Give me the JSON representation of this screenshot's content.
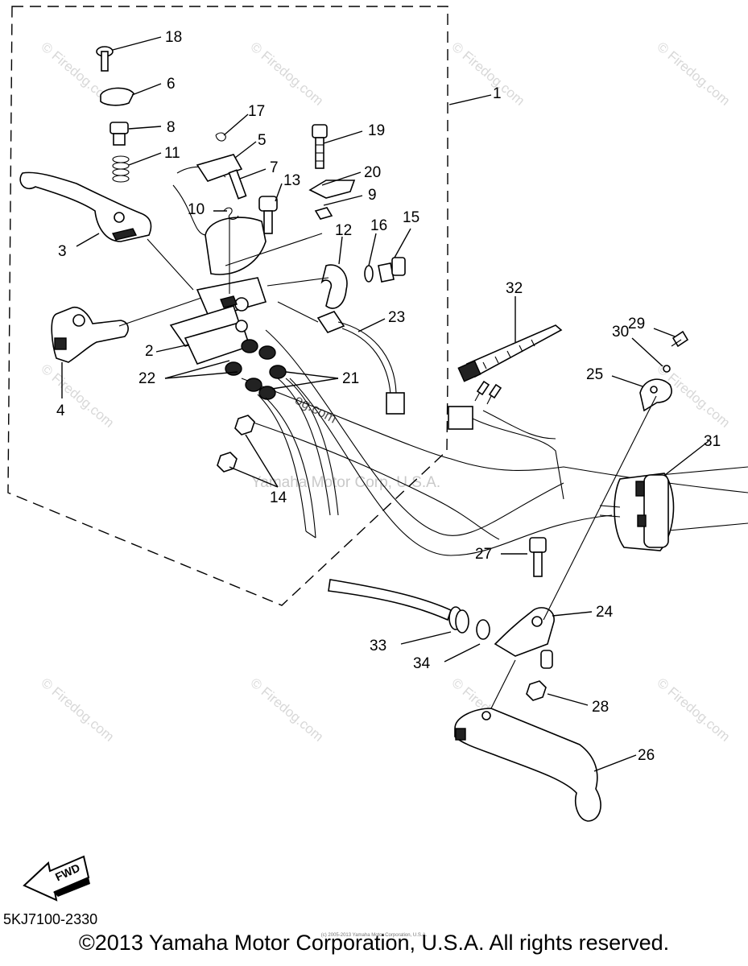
{
  "callouts": [
    "1",
    "2",
    "3",
    "4",
    "5",
    "6",
    "7",
    "8",
    "9",
    "10",
    "11",
    "12",
    "13",
    "14",
    "15",
    "16",
    "17",
    "18",
    "19",
    "20",
    "21",
    "22",
    "23",
    "24",
    "25",
    "26",
    "27",
    "28",
    "29",
    "30",
    "31",
    "32",
    "33",
    "34"
  ],
  "watermark": {
    "site": "© Firedog.com",
    "center": "Yamaha Motor Corp, U.S.A.",
    "fragment": "og.com"
  },
  "footer": {
    "part_code": "5KJ7100-2330",
    "copyright": "©2013 Yamaha Motor Corporation, U.S.A. All rights reserved.",
    "small_notice": "(c) 2005-2013 Yamaha Motor Corporation, U.S.A."
  },
  "fwd_arrow": {
    "label": "FWD"
  }
}
